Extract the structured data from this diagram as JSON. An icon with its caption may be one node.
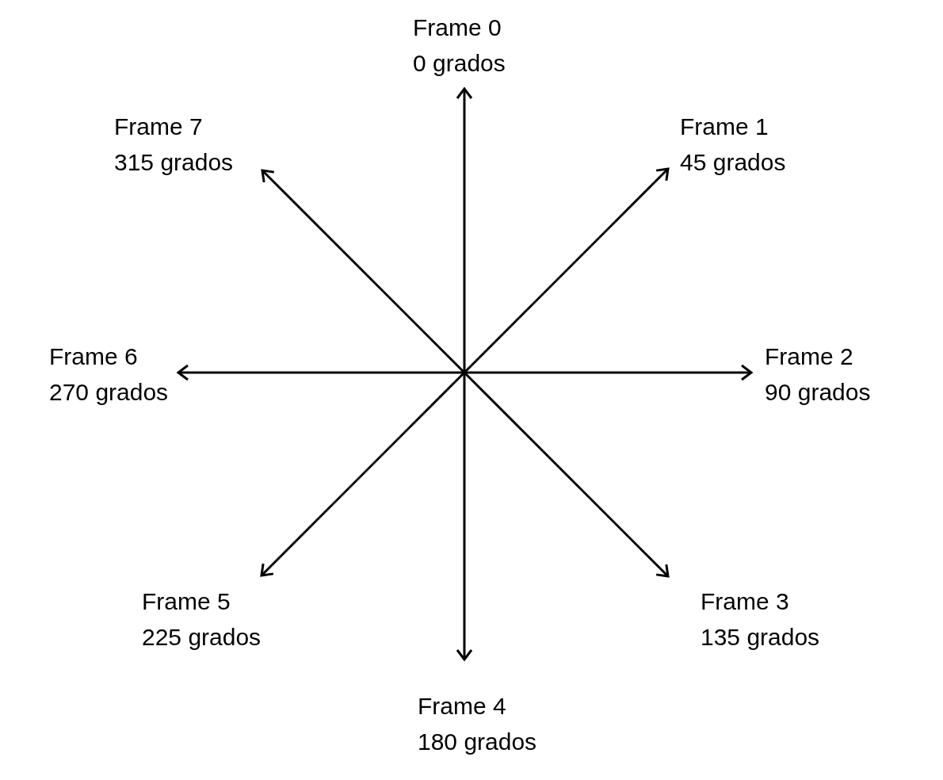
{
  "diagram": {
    "nodes": [
      {
        "text": [
          "Frame 0",
          "0 grados"
        ]
      },
      {
        "text": [
          "Frame 1",
          "45 grados"
        ]
      },
      {
        "text": [
          "Frame 2",
          "90 grados"
        ]
      },
      {
        "text": [
          "Frame 3",
          "135 grados"
        ]
      },
      {
        "text": [
          "Frame 4",
          "180 grados"
        ]
      },
      {
        "text": [
          "Frame 5",
          "225 grados"
        ]
      },
      {
        "text": [
          "Frame 6",
          "270 grados"
        ]
      },
      {
        "text": [
          "Frame 7",
          "315 grados"
        ]
      }
    ],
    "edges": [
      {
        "from": null,
        "to": 0,
        "arrow": "to"
      },
      {
        "from": null,
        "to": 1,
        "arrow": "to"
      },
      {
        "from": null,
        "to": 2,
        "arrow": "to"
      },
      {
        "from": null,
        "to": 3,
        "arrow": "to"
      },
      {
        "from": null,
        "to": 4,
        "arrow": "to"
      },
      {
        "from": null,
        "to": 5,
        "arrow": "to"
      },
      {
        "from": null,
        "to": 6,
        "arrow": "to"
      },
      {
        "from": null,
        "to": 7,
        "arrow": "to"
      }
    ]
  }
}
